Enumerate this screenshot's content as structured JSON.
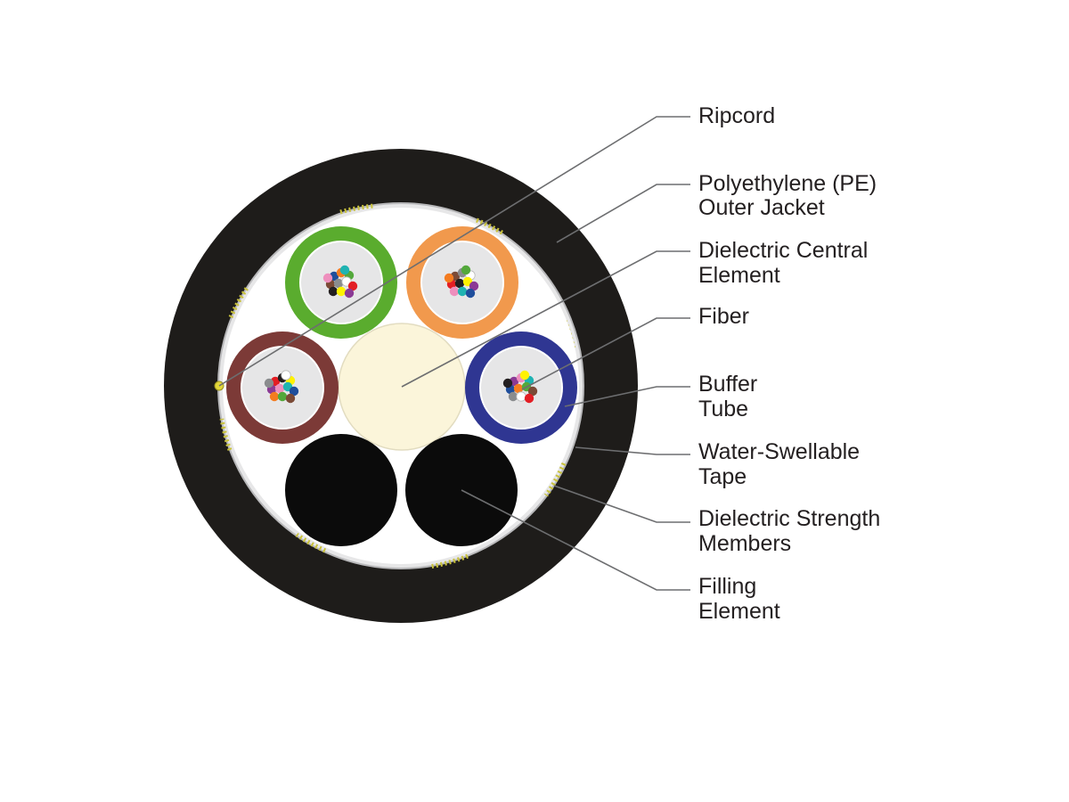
{
  "diagram": {
    "callouts": [
      {
        "id": "ripcord",
        "lines": [
          "Ripcord"
        ]
      },
      {
        "id": "outer-jacket",
        "lines": [
          "Polyethylene (PE)",
          "Outer Jacket"
        ]
      },
      {
        "id": "central-element",
        "lines": [
          "Dielectric Central",
          "Element"
        ]
      },
      {
        "id": "fiber",
        "lines": [
          "Fiber"
        ]
      },
      {
        "id": "buffer-tube",
        "lines": [
          "Buffer",
          "Tube"
        ]
      },
      {
        "id": "water-tape",
        "lines": [
          "Water-Swellable",
          "Tape"
        ]
      },
      {
        "id": "strength-members",
        "lines": [
          "Dielectric Strength",
          "Members"
        ]
      },
      {
        "id": "filling-element",
        "lines": [
          "Filling",
          "Element"
        ]
      }
    ],
    "colors": {
      "jacket": "#1e1c1a",
      "tape": "#e7e7e8",
      "tape_edge": "#b9b9bb",
      "strength_yarn": "#c9c23a",
      "central_element": "#fbf5da",
      "filler": "#0b0b0b",
      "tube_core": "#e6e6e7",
      "leader": "#6d6e70"
    },
    "buffer_tubes": [
      {
        "id": "green",
        "color": "#5aac2e"
      },
      {
        "id": "orange",
        "color": "#f1994d"
      },
      {
        "id": "brown",
        "color": "#7c3a37"
      },
      {
        "id": "blue",
        "color": "#2f3692"
      }
    ],
    "fiber_colors": [
      "#1f4e9c",
      "#f47c20",
      "#53a83b",
      "#7b4a36",
      "#8a8c8e",
      "#ffffff",
      "#e31e24",
      "#231f20",
      "#fff200",
      "#8b3a95",
      "#ee8fbd",
      "#1fb3b2"
    ]
  }
}
